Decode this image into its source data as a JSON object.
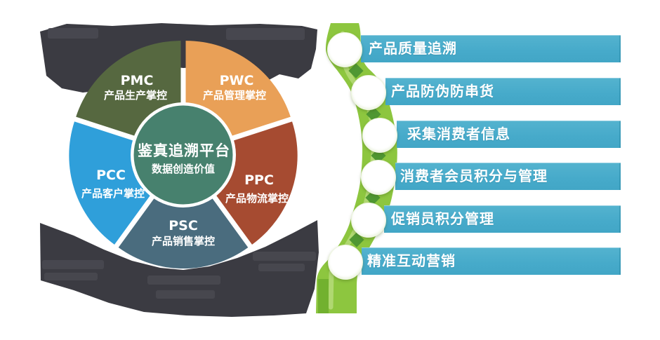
{
  "diagram_title": "鉴真追溯平台",
  "hub": {
    "title": "鉴真追溯平台",
    "subtitle": "数据创造价值"
  },
  "petals": [
    {
      "id": "pmc",
      "acronym": "PMC",
      "label": "产品生产掌控"
    },
    {
      "id": "pwc",
      "acronym": "PWC",
      "label": "产品管理掌控"
    },
    {
      "id": "ppc",
      "acronym": "PPC",
      "label": "产品物流掌控"
    },
    {
      "id": "psc",
      "acronym": "PSC",
      "label": "产品销售掌控"
    },
    {
      "id": "pcc",
      "acronym": "PCC",
      "label": "产品客户掌控"
    }
  ],
  "features": [
    {
      "label": "产品质量追溯"
    },
    {
      "label": "产品防伪防串货"
    },
    {
      "label": "采集消费者信息"
    },
    {
      "label": "消费者会员积分与管理"
    },
    {
      "label": "促销员积分管理"
    },
    {
      "label": "精准互动营销"
    }
  ],
  "palette": {
    "petal_pmc": "#566840",
    "petal_pwc": "#E9A057",
    "petal_ppc": "#A64B31",
    "petal_psc": "#4A6C7E",
    "petal_pcc": "#2F9FDA",
    "hub_fill": "#47816E",
    "hub_ring": "#FFFFFF",
    "ribbon_green": "#8DC63F",
    "ribbon_accent_dark": "#4F9732",
    "bar_teal": "#48ACCB",
    "silhouette_charcoal": "#3B3B42",
    "text_white": "#FFFFFF"
  }
}
